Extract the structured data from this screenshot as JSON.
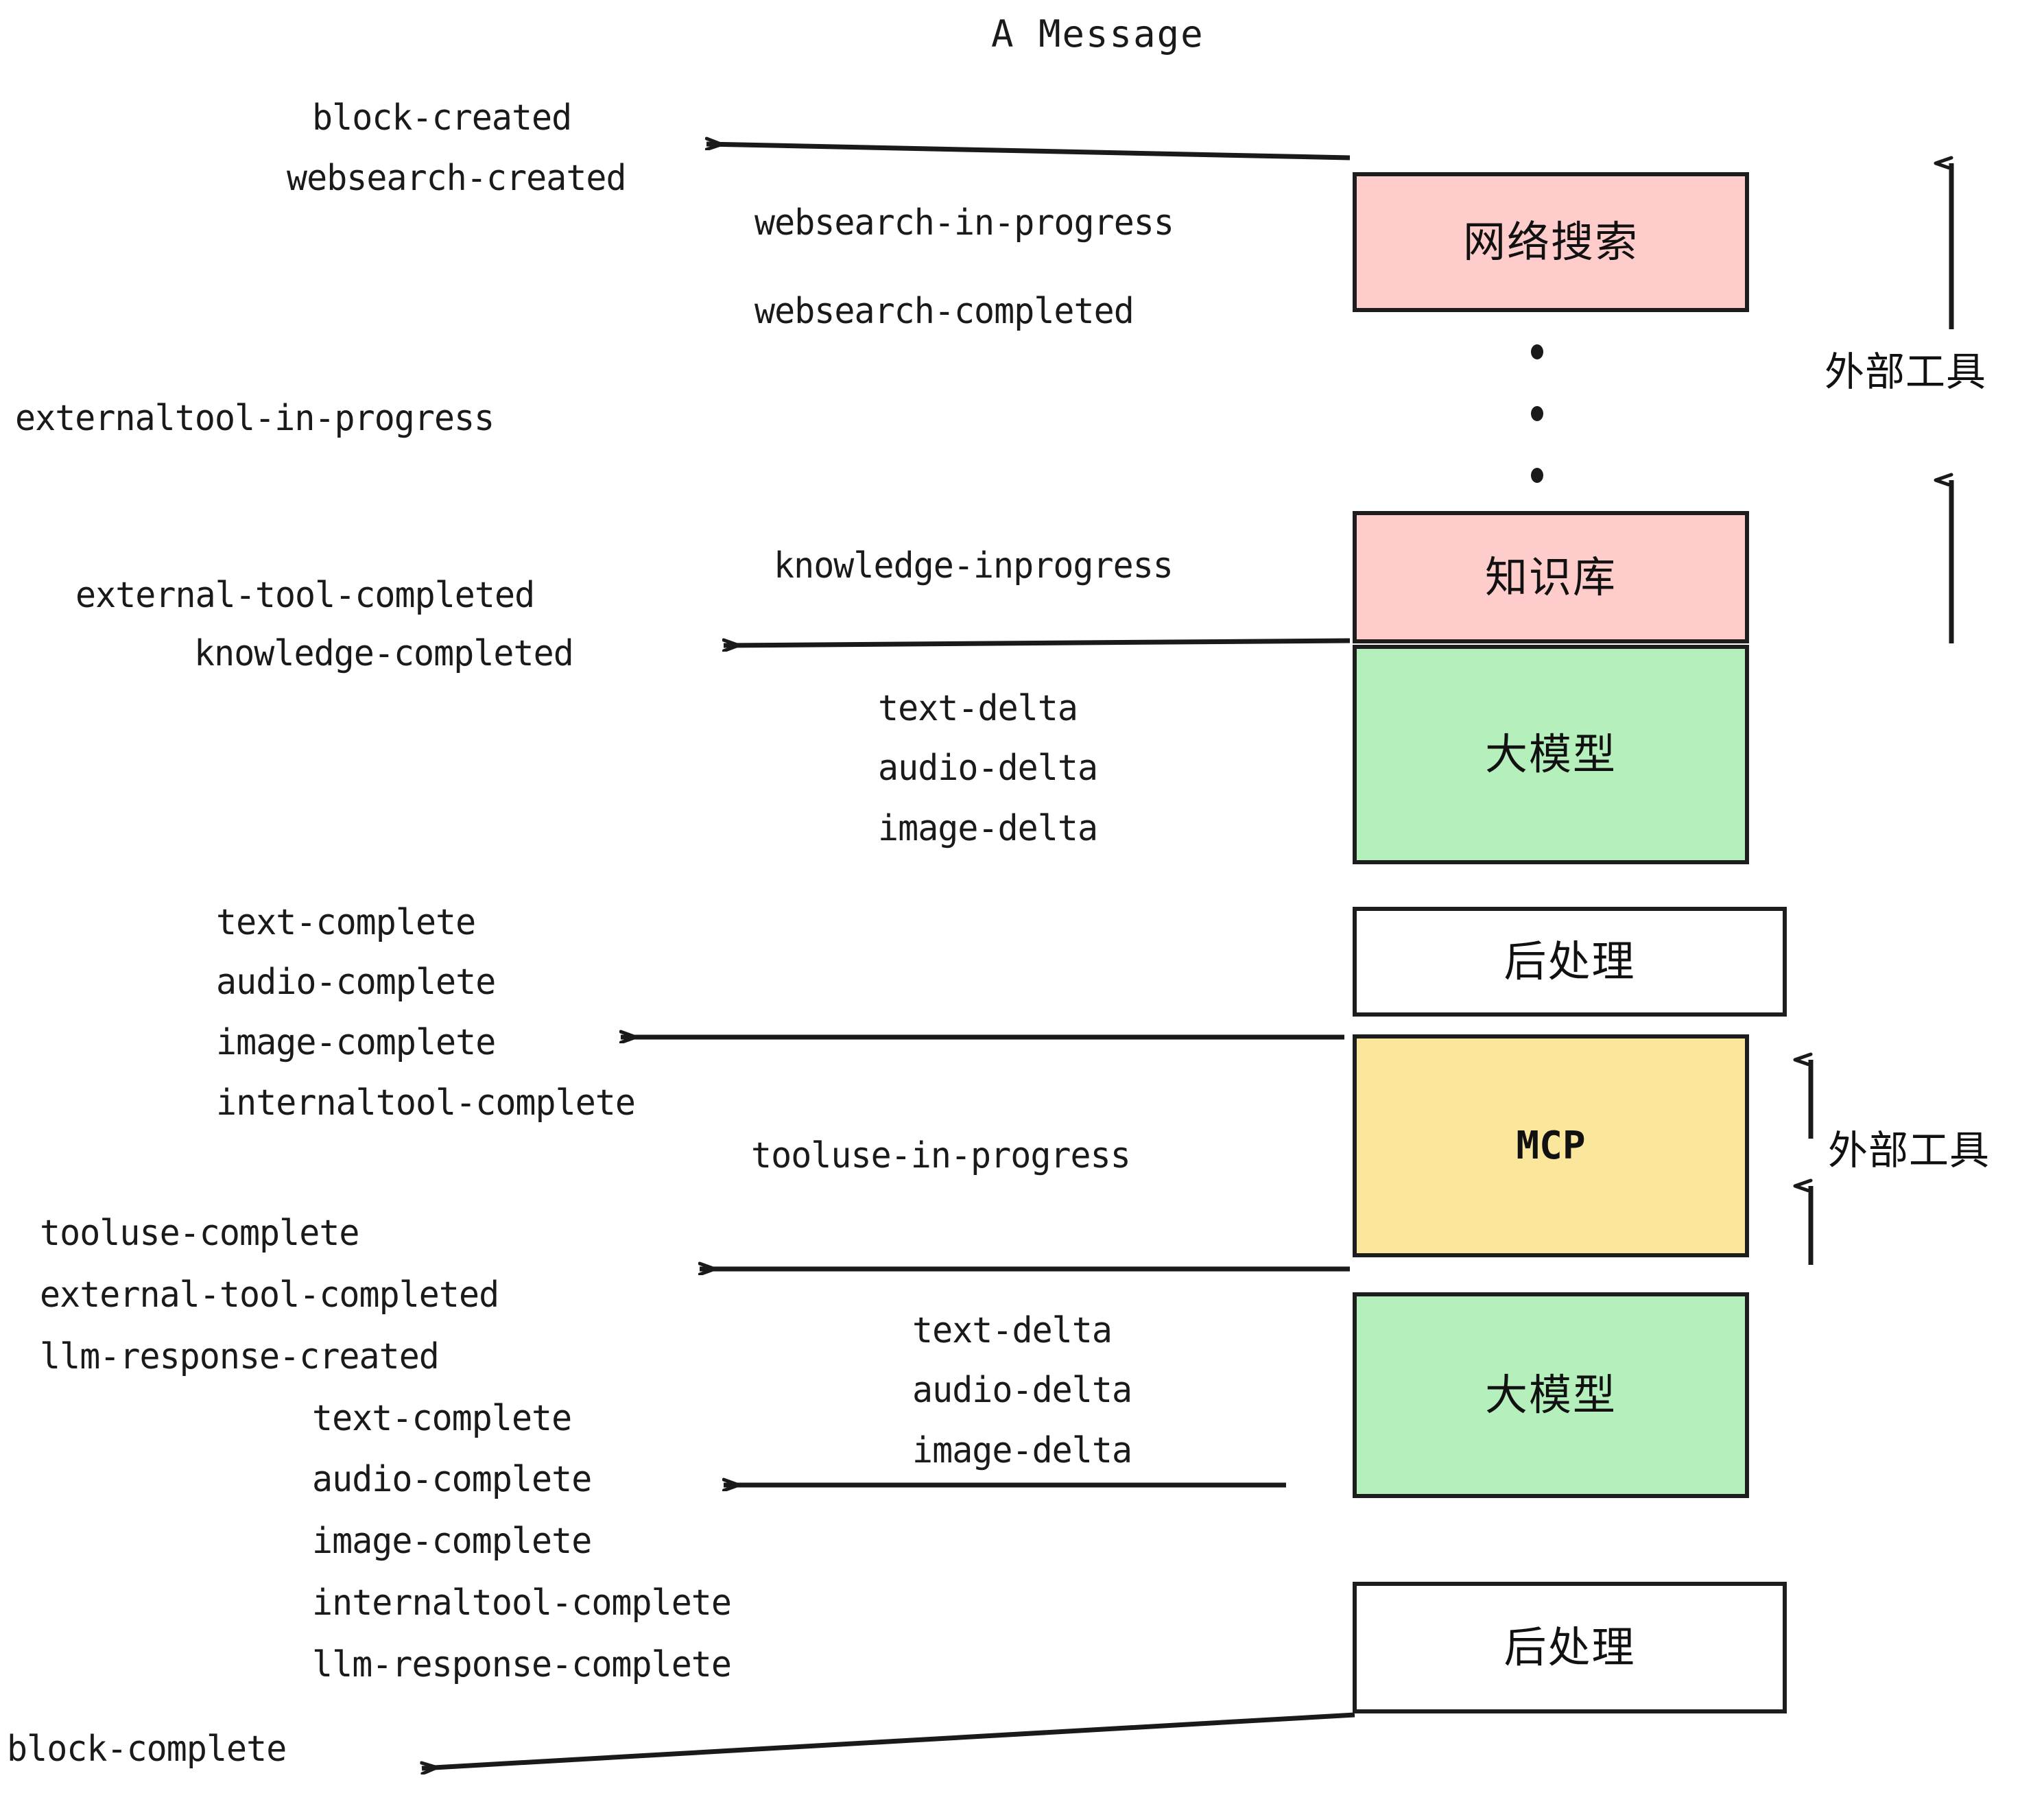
{
  "title": "A Message",
  "colors": {
    "external_tool_box": "#FFCCCC",
    "llm_box": "#B5F0BC",
    "mcp_box": "#FAE79C",
    "postprocess_box": "#FFFFFF",
    "stroke": "#1D1D1D",
    "text": "#1A1A1A",
    "background": "#FFFFFF"
  },
  "boxes": [
    {
      "id": "websearch",
      "label": "网络搜索",
      "fill": "#FFCCCC"
    },
    {
      "id": "knowledge",
      "label": "知识库",
      "fill": "#FFCCCC"
    },
    {
      "id": "llm1",
      "label": "大模型",
      "fill": "#B5F0BC"
    },
    {
      "id": "postprocess1",
      "label": "后处理",
      "fill": "#FFFFFF"
    },
    {
      "id": "mcp",
      "label": "MCP",
      "fill": "#FAE79C"
    },
    {
      "id": "llm2",
      "label": "大模型",
      "fill": "#B5F0BC"
    },
    {
      "id": "postprocess2",
      "label": "后处理",
      "fill": "#FFFFFF"
    }
  ],
  "side_labels": {
    "external_tool_top": "外部工具",
    "external_tool_bottom": "外部工具"
  },
  "events": {
    "block_created": "block-created",
    "websearch_created": "websearch-created",
    "websearch_in_progress": "websearch-in-progress",
    "websearch_completed": "websearch-completed",
    "externaltool_in_progress": "externaltool-in-progress",
    "knowledge_inprogress": "knowledge-inprogress",
    "external_tool_completed_1": "external-tool-completed",
    "knowledge_completed": "knowledge-completed",
    "text_delta_1": "text-delta",
    "audio_delta_1": "audio-delta",
    "image_delta_1": "image-delta",
    "text_complete_1": "text-complete",
    "audio_complete_1": "audio-complete",
    "image_complete_1": "image-complete",
    "internaltool_complete_1": "internaltool-complete",
    "tooluse_in_progress": "tooluse-in-progress",
    "tooluse_complete": "tooluse-complete",
    "external_tool_completed_2": "external-tool-completed",
    "llm_response_created": "llm-response-created",
    "text_complete_2": "text-complete",
    "audio_complete_2": "audio-complete",
    "image_complete_2": "image-complete",
    "internaltool_complete_2": "internaltool-complete",
    "llm_response_complete": "llm-response-complete",
    "block_complete": "block-complete"
  }
}
